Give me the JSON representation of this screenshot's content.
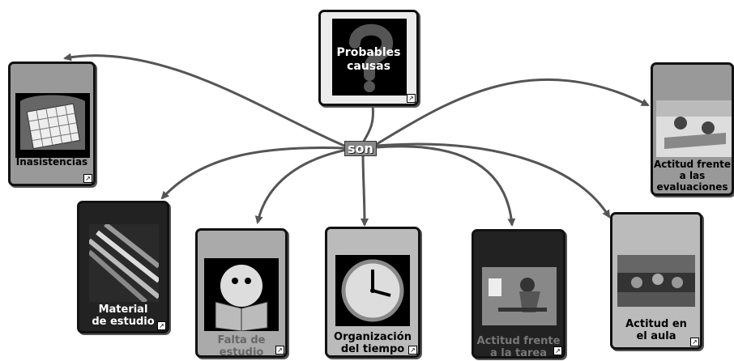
{
  "center": {
    "title": "Probables\ncausas"
  },
  "connector": {
    "label": "son"
  },
  "nodes": [
    {
      "id": "inasistencias",
      "label": "Inasistencias",
      "icon": "calendar-icon"
    },
    {
      "id": "material",
      "label": "Material\nde estudio",
      "icon": "pencils-icon"
    },
    {
      "id": "falta",
      "label": "Falta de\nestudio",
      "icon": "reading-smiley-icon"
    },
    {
      "id": "organizacion",
      "label": "Organización\ndel tiempo",
      "icon": "clock-icon"
    },
    {
      "id": "tarea",
      "label": "Actitud frente\na la tarea",
      "icon": "bored-student-icon"
    },
    {
      "id": "aula",
      "label": "Actitud en\nel aula",
      "icon": "classroom-icon"
    },
    {
      "id": "evaluaciones",
      "label": "Actitud frente\na las\nevaluaciones",
      "icon": "exam-students-icon"
    }
  ],
  "colors": {
    "arrow": "#555555",
    "card_border": "#111111"
  }
}
